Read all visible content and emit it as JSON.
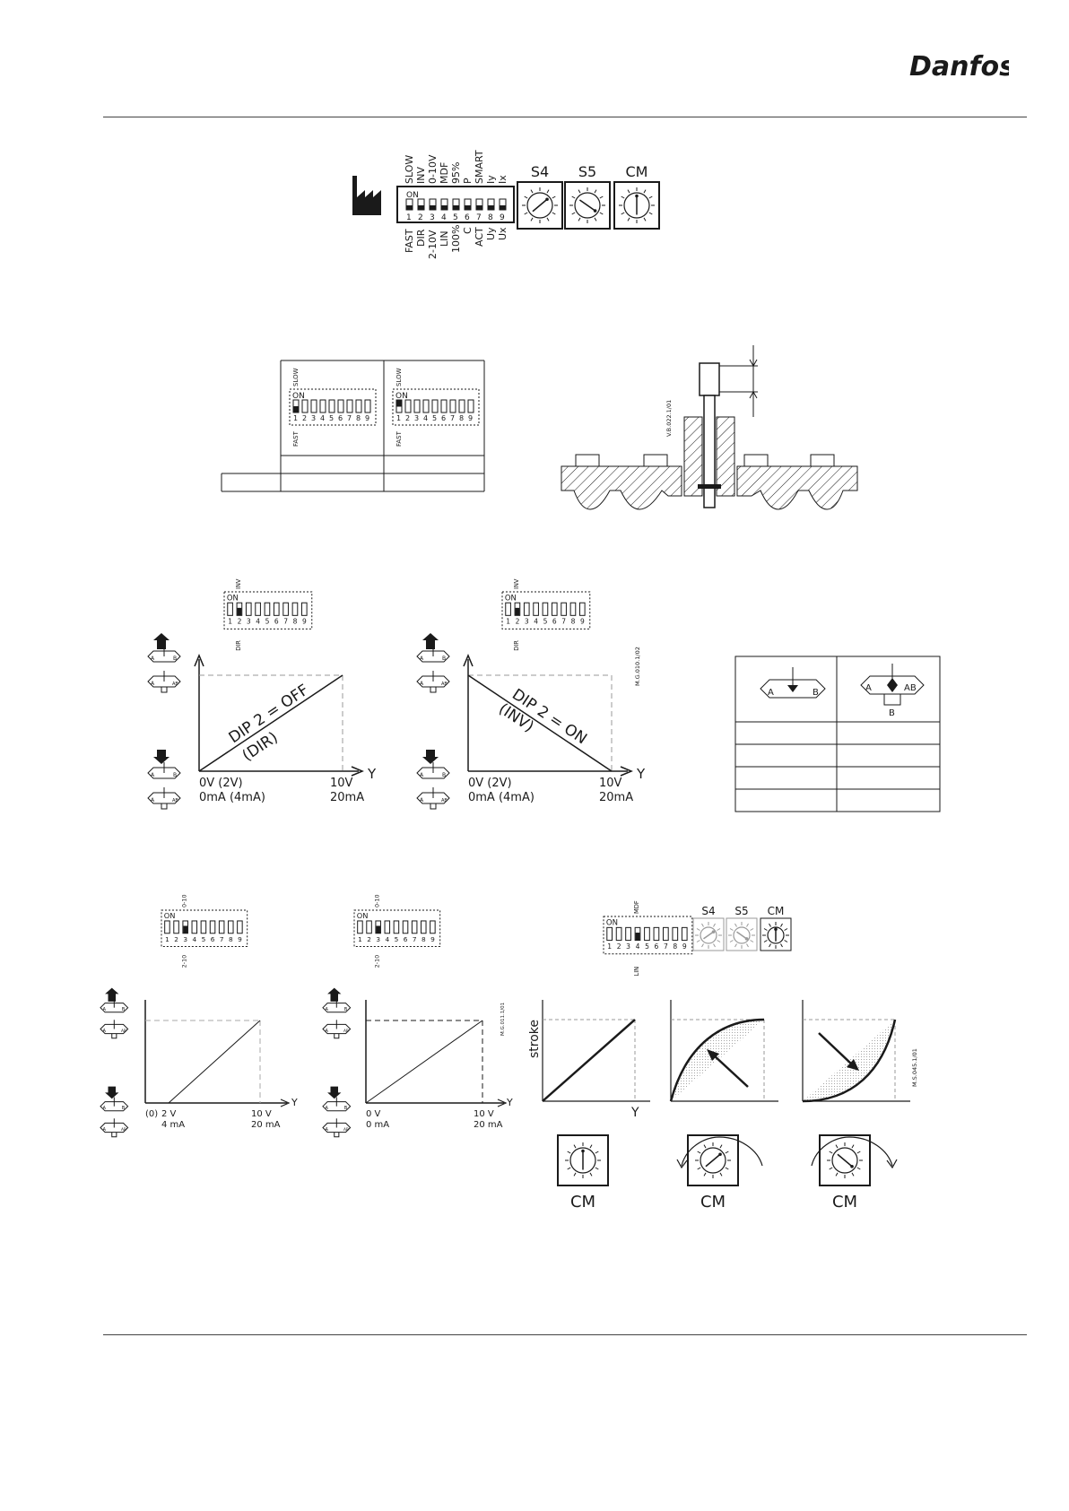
{
  "brand": {
    "logo_text": "Danfoss"
  },
  "overview": {
    "on_label": "ON",
    "top_labels": [
      "SLOW",
      "INV",
      "0-10V",
      "MDF",
      "95%",
      "P",
      "SMART",
      "Iy",
      "Ix"
    ],
    "bottom_labels": [
      "FAST",
      "DIR",
      "2-10V",
      "LIN",
      "100%",
      "C",
      "ACT",
      "Uy",
      "Ux"
    ],
    "numbers": [
      "1",
      "2",
      "3",
      "4",
      "5",
      "6",
      "7",
      "8",
      "9"
    ],
    "dials": [
      "S4",
      "S5",
      "CM"
    ]
  },
  "speed": {
    "on_label": "ON",
    "top": "SLOW",
    "bottom": "FAST",
    "numbers": [
      "1",
      "2",
      "3",
      "4",
      "5",
      "6",
      "7",
      "8",
      "9"
    ]
  },
  "stroke_code": "V.B.022.1/01",
  "direction": {
    "on_label": "ON",
    "switch_top": "INV",
    "switch_bottom": "DIR",
    "left_line1": "DIP 2 = OFF",
    "left_line2": "(DIR)",
    "right_line1": "DIP 2 = ON",
    "right_line2": "(INV)",
    "x_left_v": "0V (2V)",
    "x_left_ma": "0mA (4mA)",
    "x_right_v": "10V",
    "x_right_ma": "20mA",
    "axis": "Y",
    "code": "M.G.010.1/02",
    "valve_a": "A",
    "valve_b": "B",
    "valve_ab": "AB"
  },
  "signal": {
    "on_label": "ON",
    "switch_top": "0-10",
    "switch_bottom": "2-10",
    "left_x0": "(0)",
    "left_x1_v": "2 V",
    "left_x1_ma": "4 mA",
    "right_x0_v": "0 V",
    "right_x0_ma": "0 mA",
    "x_end_v": "10 V",
    "x_end_ma": "20 mA",
    "axis": "Y",
    "code": "M.G.011.1/01"
  },
  "characteristic": {
    "on_label": "ON",
    "switch_top": "MDF",
    "switch_bottom": "LIN",
    "dials": [
      "S4",
      "S5",
      "CM"
    ],
    "ylabel": "stroke",
    "xlabel": "Y",
    "dial_caption": "CM",
    "code": "M.S.045.1/01"
  },
  "colors": {
    "ink": "#1a1a1a",
    "grey": "#9a9a9a",
    "dash": "#888888"
  }
}
